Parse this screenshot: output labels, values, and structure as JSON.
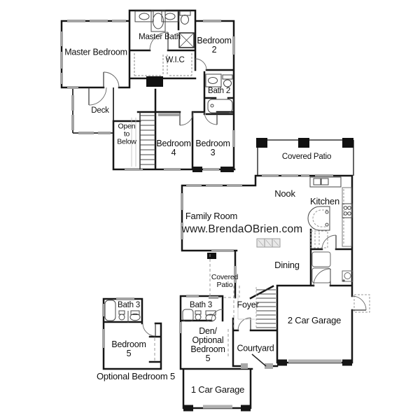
{
  "watermark": "www.BrendaOBrien.com",
  "upper_floor": {
    "master_bedroom": "Master Bedroom",
    "master_bath": "Master Bath",
    "wic": "W.I.C",
    "bedroom_2": "Bedroom\n2",
    "bath_2": "Bath 2",
    "deck": "Deck",
    "open_to_below": "Open\nto\nBelow",
    "bedroom_4": "Bedroom\n4",
    "bedroom_3": "Bedroom\n3"
  },
  "main_floor": {
    "covered_patio_rear": "Covered Patio",
    "nook": "Nook",
    "kitchen": "Kitchen",
    "family_room": "Family Room",
    "dining": "Dining",
    "covered_patio_side": "Covered\nPatio",
    "bath_3": "Bath 3",
    "foyer": "Foyer",
    "den": "Den/\nOptional\nBedroom\n5",
    "courtyard": "Courtyard",
    "two_car_garage": "2 Car Garage",
    "one_car_garage": "1 Car Garage"
  },
  "optional_module": {
    "bath_3": "Bath 3",
    "bedroom_5": "Bedroom\n5",
    "caption": "Optional Bedroom 5"
  },
  "colors": {
    "background": "#ffffff",
    "wall": "#161616",
    "window": "#a3a3a3",
    "garage_door": "#b0b0b0",
    "fixture": "#444444",
    "dashed_detail": "#999999",
    "text": "#0f0f0f"
  }
}
